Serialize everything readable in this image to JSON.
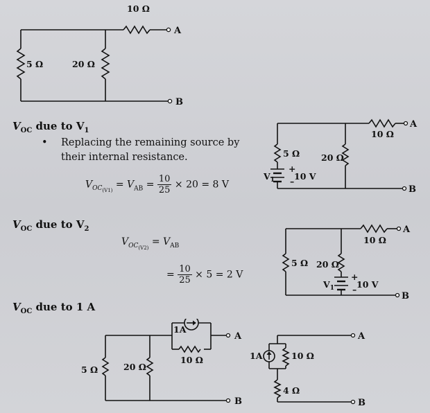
{
  "circuit_top": {
    "r_series": "10 Ω",
    "r_left": "5 Ω",
    "r_mid": "20 Ω",
    "node_a": "A",
    "node_b": "B"
  },
  "section_v1": {
    "heading_main": "V",
    "heading_sub": "OC",
    "heading_rest": " due to V",
    "heading_idx": "1",
    "bullet": "•",
    "line1": "Replacing the remaining source by",
    "line2": "their internal resistance.",
    "eq_lhs": "V",
    "eq_lhs_sub": "OC",
    "eq_lhs_subsub": "(V",
    "eq_lhs_subsub_idx": "1",
    "eq_lhs_close": ")",
    "eq_mid": " = V",
    "eq_mid_sub": "AB",
    "eq_eq": " = ",
    "frac_num": "10",
    "frac_den": "25",
    "eq_tail": " × 20 = 8 V",
    "circuit": {
      "r_series": "10 Ω",
      "r_left": "5 Ω",
      "r_mid": "20 Ω",
      "src_label": "V",
      "src_idx": "1",
      "src_val": "10 V",
      "plus": "+",
      "minus": "–",
      "node_a": "A",
      "node_b": "B"
    }
  },
  "section_v2": {
    "heading_main": "V",
    "heading_sub": "OC",
    "heading_rest": " due to V",
    "heading_idx": "2",
    "eq1_lhs": "V",
    "eq1_lhs_sub": "OC",
    "eq1_lhs_subsub": "(V",
    "eq1_lhs_subsub_idx": "2",
    "eq1_lhs_close": ")",
    "eq1_mid": " = V",
    "eq1_mid_sub": "AB",
    "eq2_eq": "= ",
    "frac_num": "10",
    "frac_den": "25",
    "eq2_tail": " × 5 = 2 V",
    "circuit": {
      "r_series": "10 Ω",
      "r_left": "5 Ω",
      "r_mid": "20 Ω",
      "src_label": "V",
      "src_idx": "1",
      "src_val": "10 V",
      "plus": "+",
      "minus": "–",
      "node_a": "A",
      "node_b": "B"
    }
  },
  "section_1a": {
    "heading_main": "V",
    "heading_sub": "OC",
    "heading_rest": " due to 1 A",
    "circuit_left": {
      "src": "1A",
      "r_series": "10 Ω",
      "r_left": "5 Ω",
      "r_mid": "20 Ω",
      "node_a": "A",
      "node_b": "B"
    },
    "circuit_right": {
      "src": "1A",
      "r_par": "10 Ω",
      "r_low": "4 Ω",
      "node_a": "A",
      "node_b": "B"
    }
  }
}
